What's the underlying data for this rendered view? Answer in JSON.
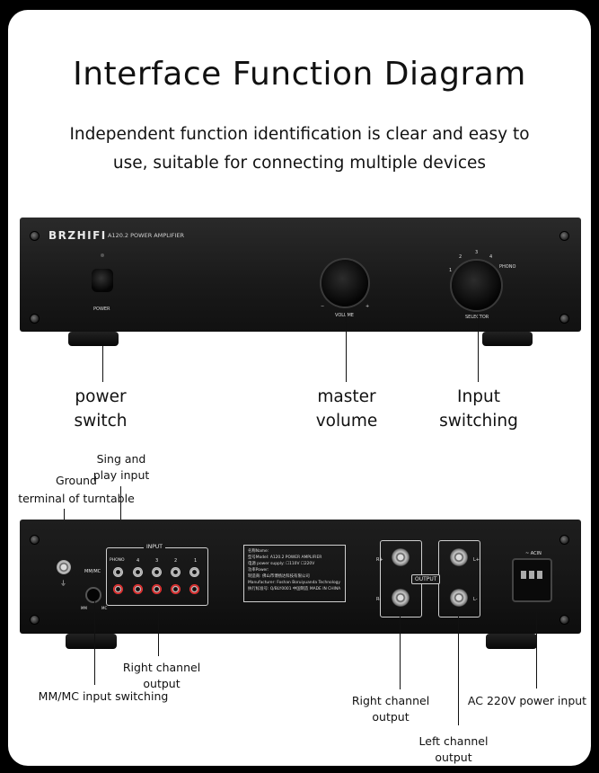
{
  "title": "Interface Function Diagram",
  "subtitle": "Independent function identification is clear and easy to use, suitable for connecting multiple devices",
  "front": {
    "brand": "BRZHIFI",
    "model": "A120.2 POWER AMPLIFIER",
    "power_label": "POWER",
    "volume_label": "VOLUME",
    "selector_label": "SELECTOR",
    "phono_label": "PHONO",
    "sel_ticks": [
      "1",
      "2",
      "3",
      "4"
    ],
    "vol_min": "−",
    "vol_max": "+"
  },
  "front_callouts": {
    "power": [
      "power",
      "switch"
    ],
    "volume": [
      "master",
      "volume"
    ],
    "input": [
      "Input",
      "switching"
    ]
  },
  "rear": {
    "input_label": "INPUT",
    "phono_label": "PHONO",
    "channels": [
      "4",
      "3",
      "2",
      "1"
    ],
    "mmmc_label": "MM/MC",
    "mm": "MM",
    "mc": "MC",
    "output_label": "OUTPUT",
    "r_plus": "R+",
    "r_minus": "R-",
    "l_plus": "L+",
    "l_minus": "L-",
    "acin": "~ ACIN",
    "plate_lines": [
      "名称Name:",
      "型号Model: A120.2 POWER AMPLIFIER",
      "电源 power supply: ☐110V ☐220V",
      "功率Power:",
      "制造商: 佛山市博扬达科技有限公司",
      "Manufacturer: Foshan Boruiyuanda Technology Co., Ltd",
      "执行标准号: Q/BLY0001        中国制造 MADE IN CHINA"
    ]
  },
  "rear_callouts": {
    "ground": [
      "Ground",
      "terminal of turntable"
    ],
    "sing": [
      "Sing and",
      "play input"
    ],
    "right_in": "Right channel output",
    "mmmc": "MM/MC input switching",
    "right_out": "Right channel output",
    "left_out": "Left channel output",
    "ac": "AC 220V power input"
  }
}
